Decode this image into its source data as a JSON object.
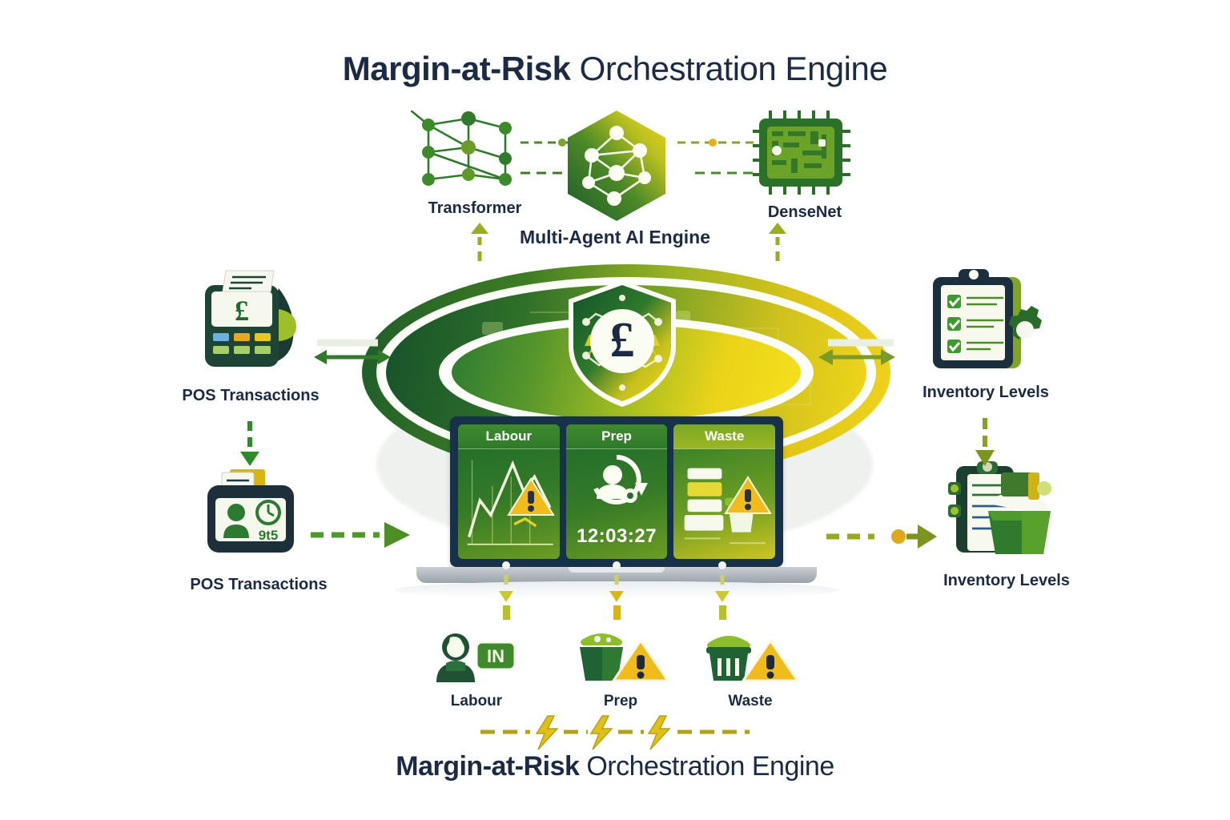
{
  "title": {
    "bold": "Margin-at-Risk",
    "normal": " Orchestration Engine"
  },
  "footer_title": {
    "bold": "Margin-at-Risk",
    "normal": " Orchestration Engine"
  },
  "ai_layer": {
    "engine_label": "Multi-Agent AI Engine",
    "left_model": {
      "label": "Transformer",
      "icon": "graph-network-icon"
    },
    "right_model": {
      "label": "DenseNet",
      "icon": "cpu-chip-icon"
    },
    "center_icon": "hexagon-neural-graph-icon"
  },
  "center": {
    "shield_symbol": "£",
    "shield_icon": "shield-circuit-icon",
    "disc_icon": "radial-data-disc"
  },
  "inputs": [
    {
      "label": "POS Transactions",
      "icon": "pos-terminal-icon",
      "symbol": "£"
    },
    {
      "label": "POS Transactions",
      "icon": "staff-rota-card-icon",
      "badge": "9t5"
    }
  ],
  "outputs": [
    {
      "label": "Inventory Levels",
      "icon": "clipboard-checklist-gear-icon"
    },
    {
      "label": "Inventory Levels",
      "icon": "clipboard-waste-bin-icon"
    }
  ],
  "dashboard": {
    "panels": [
      {
        "label": "Labour",
        "icon": "line-chart-icon",
        "alert": "warning-triangle-icon",
        "value": ""
      },
      {
        "label": "Prep",
        "icon": "person-refresh-icon",
        "alert": "",
        "value": "12:03:27"
      },
      {
        "label": "Waste",
        "icon": "stacked-containers-icon",
        "alert": "warning-triangle-icon",
        "value": ""
      }
    ]
  },
  "outcomes": [
    {
      "label": "Labour",
      "icon": "person-clockin-icon",
      "badge": "IN"
    },
    {
      "label": "Prep",
      "icon": "prep-pot-icon",
      "alert": "warning-triangle-icon"
    },
    {
      "label": "Waste",
      "icon": "waste-bin-icon",
      "alert": "warning-triangle-icon"
    }
  ],
  "footer_divider": {
    "icon": "lightning-bolt-icon",
    "count": 3
  },
  "colors": {
    "navy": "#1c2b45",
    "deep_green": "#1d5b2a",
    "mid_green": "#3f8a2c",
    "olive": "#9aac1f",
    "gold": "#f0c419",
    "amber_alert": "#f5b91d",
    "panel_dark": "#17314a"
  }
}
